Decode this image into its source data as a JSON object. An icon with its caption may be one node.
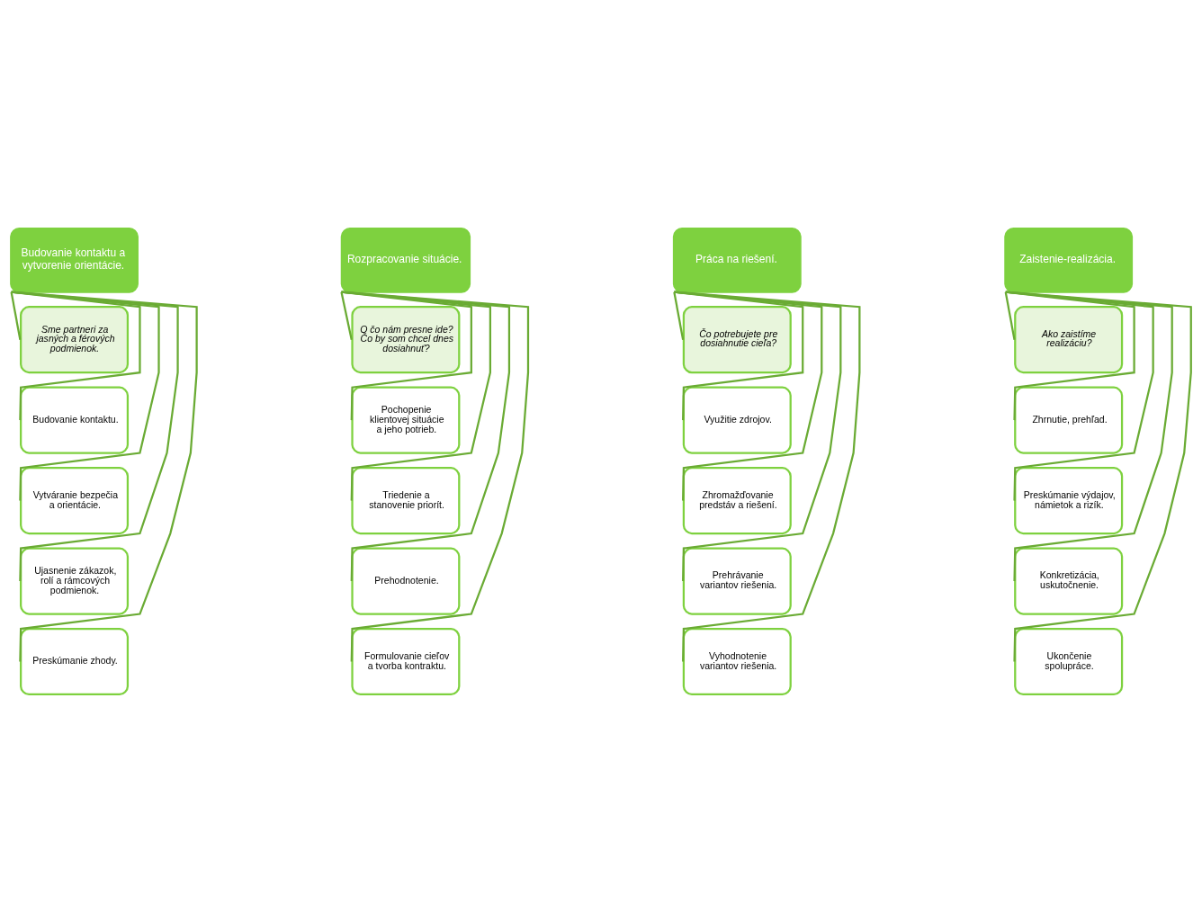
{
  "diagram": {
    "nodes": [
      {
        "text": [
          "Budovanie kontaktu a vytvorenie orientácie."
        ]
      },
      {
        "text": [
          "Sme partneri za jasných a férových podmienok."
        ]
      },
      {
        "text": [
          "Budovanie kontaktu."
        ]
      },
      {
        "text": [
          "Vytváranie bezpečia a orientácie."
        ]
      },
      {
        "text": [
          "Ujasnenie zákazok, rolí a rámcových podmienok."
        ]
      },
      {
        "text": [
          "Preskúmanie zhody."
        ]
      },
      {
        "text": [
          "Rozpracovanie situácie."
        ]
      },
      {
        "text": [
          "O čo nám presne ide? Čo by som chcel dnes dosiahnuť?"
        ]
      },
      {
        "text": [
          "Pochopenie klientovej situácie a jeho potrieb."
        ]
      },
      {
        "text": [
          "Triedenie a stanovenie priorít."
        ]
      },
      {
        "text": [
          "Prehodnotenie."
        ]
      },
      {
        "text": [
          "Formulovanie cieľov a tvorba kontraktu."
        ]
      },
      {
        "text": [
          "Práca na riešení."
        ]
      },
      {
        "text": [
          "Čo potrebujete pre dosiahnutie cieľa?"
        ]
      },
      {
        "text": [
          "Využitie zdrojov."
        ]
      },
      {
        "text": [
          "Zhromažďovanie predstáv a riešení."
        ]
      },
      {
        "text": [
          "Prehrávanie variantov riešenia."
        ]
      },
      {
        "text": [
          "Vyhodnotenie variantov riešenia."
        ]
      },
      {
        "text": [
          "Zaistenie-realizácia."
        ]
      },
      {
        "text": [
          "Ako zaistíme realizáciu?"
        ]
      },
      {
        "text": [
          "Zhrnutie, prehľad."
        ]
      },
      {
        "text": [
          "Preskúmanie výdajov, námietok a rizík."
        ]
      },
      {
        "text": [
          "Konkretizácia, uskutočnenie."
        ]
      },
      {
        "text": [
          "Ukončenie spolupráce."
        ]
      }
    ],
    "edges": [
      {
        "from": 0,
        "to": 1,
        "arrow": "none"
      },
      {
        "from": 0,
        "to": 2,
        "arrow": "none"
      },
      {
        "from": 0,
        "to": 3,
        "arrow": "none"
      },
      {
        "from": 0,
        "to": 4,
        "arrow": "none"
      },
      {
        "from": 0,
        "to": 5,
        "arrow": "none"
      },
      {
        "from": 6,
        "to": 7,
        "arrow": "none"
      },
      {
        "from": 6,
        "to": 8,
        "arrow": "none"
      },
      {
        "from": 6,
        "to": 9,
        "arrow": "none"
      },
      {
        "from": 6,
        "to": 10,
        "arrow": "none"
      },
      {
        "from": 6,
        "to": 11,
        "arrow": "none"
      },
      {
        "from": 12,
        "to": 13,
        "arrow": "none"
      },
      {
        "from": 12,
        "to": 14,
        "arrow": "none"
      },
      {
        "from": 12,
        "to": 15,
        "arrow": "none"
      },
      {
        "from": 12,
        "to": 16,
        "arrow": "none"
      },
      {
        "from": 12,
        "to": 17,
        "arrow": "none"
      },
      {
        "from": 18,
        "to": 19,
        "arrow": "none"
      },
      {
        "from": 18,
        "to": 20,
        "arrow": "none"
      },
      {
        "from": 18,
        "to": 21,
        "arrow": "none"
      },
      {
        "from": 18,
        "to": 22,
        "arrow": "none"
      },
      {
        "from": 18,
        "to": 23,
        "arrow": "none"
      }
    ]
  }
}
